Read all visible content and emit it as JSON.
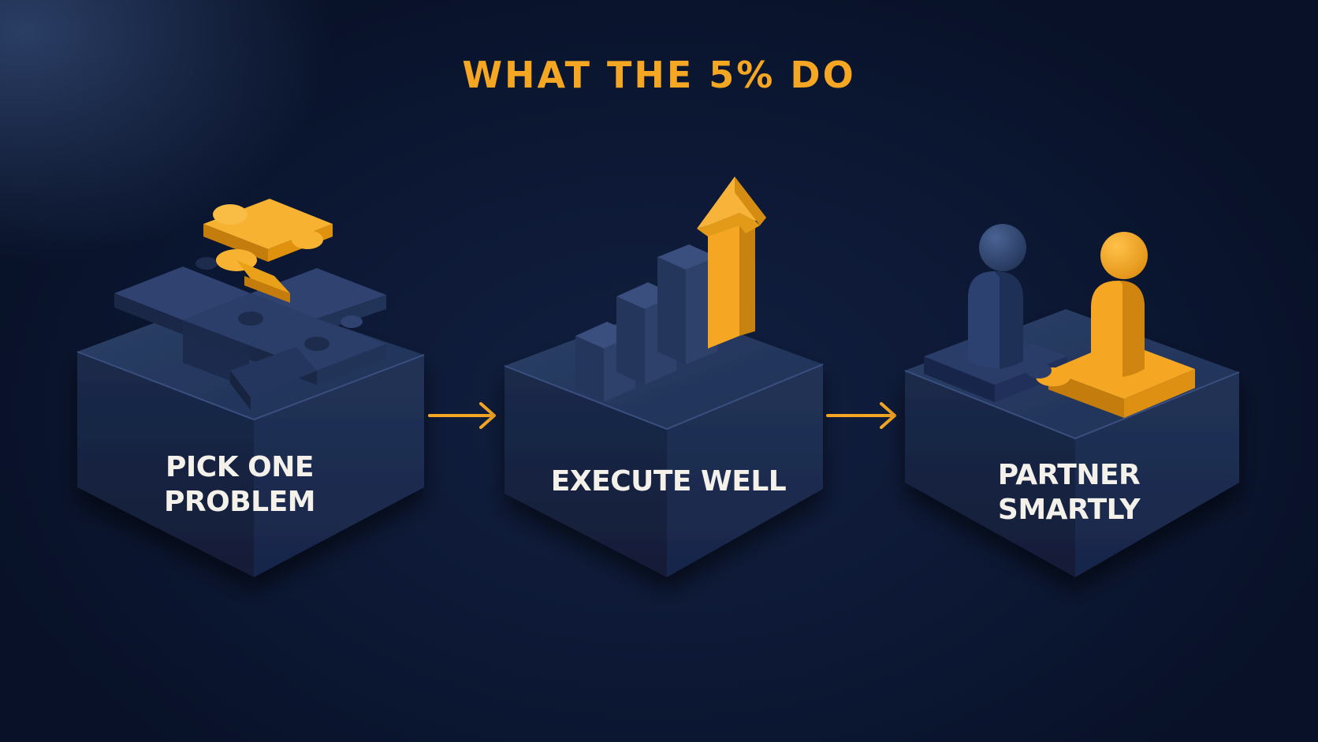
{
  "title": "WHAT THE 5% DO",
  "colors": {
    "accent": "#f5a623",
    "navy_top": "#24365c",
    "navy_left": "#16223f",
    "navy_right": "#1d2c4e",
    "text": "#f4f1ea"
  },
  "steps": [
    {
      "label_line1": "PICK ONE",
      "label_line2": "PROBLEM",
      "icon": "puzzle-pieces-icon"
    },
    {
      "label_line1": "EXECUTE WELL",
      "label_line2": "",
      "icon": "growth-bar-chart-arrow-icon"
    },
    {
      "label_line1": "PARTNER",
      "label_line2": "SMARTLY",
      "icon": "two-people-puzzle-icon"
    }
  ],
  "connectors": [
    "arrow-right-icon",
    "arrow-right-icon"
  ]
}
